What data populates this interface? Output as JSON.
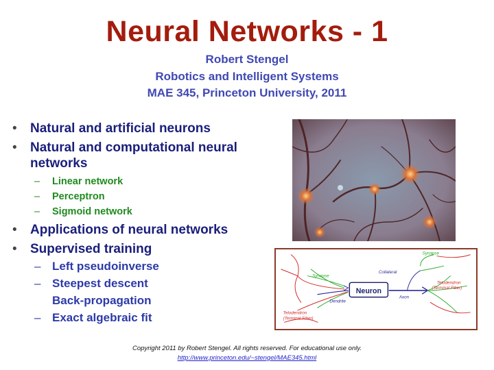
{
  "title": "Neural Networks - 1",
  "author": "Robert Stengel",
  "affiliation": "Robotics and Intelligent Systems",
  "course": "MAE 345, Princeton University, 2011",
  "bullets": [
    {
      "text": "Natural and artificial neurons"
    },
    {
      "text": "Natural and computational neural networks",
      "subitems": [
        "Linear network",
        "Perceptron",
        "Sigmoid network"
      ]
    },
    {
      "text": "Applications of neural networks"
    },
    {
      "text": "Supervised training",
      "subitems": [
        "Left pseudoinverse",
        "Steepest descent",
        "Back-propagation",
        "Exact algebraic fit"
      ]
    }
  ],
  "diagram": {
    "center": "Neuron",
    "labels": {
      "synapse_left": "Synapse",
      "synapse_right": "Synapse",
      "collateral": "Collateral",
      "dendrite": "Dendrite",
      "axon": "Axon",
      "telodendron_left": "Telodendron",
      "terminal_left": "(Terminal Fiber)",
      "telodendron_right": "Telodendron",
      "terminal_right": "(Terminal Fiber)"
    }
  },
  "copyright": "Copyright 2011 by Robert Stengel.  All rights reserved.  For educational use only.",
  "url": "http://www.princeton.edu/~stengel/MAE345.html",
  "colors": {
    "title": "#a31c0d",
    "subtitle": "#3f48b2",
    "bullet": "#1a1e7a",
    "subitem_green": "#1f8a1f",
    "subitem_blue": "#2c3aa8"
  }
}
